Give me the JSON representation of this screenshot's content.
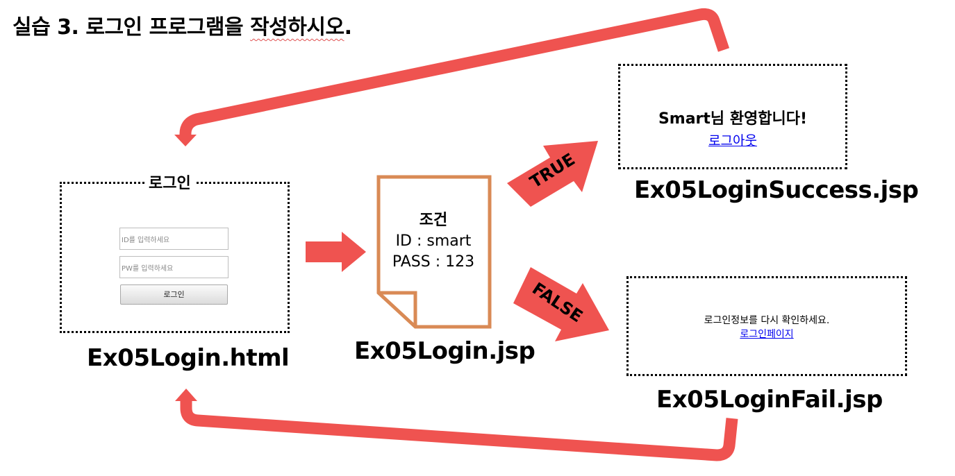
{
  "title": {
    "prefix": "실습 3. 로그인 프로그램을 ",
    "underlined": "작성하시오",
    "suffix": "."
  },
  "login_form": {
    "legend": "로그인",
    "id_placeholder": "ID를 입력하세요",
    "pw_placeholder": "PW를 입력하세요",
    "button_label": "로그인",
    "file_label": "Ex05Login.html"
  },
  "condition_doc": {
    "title": "조건",
    "id_line": "ID : smart",
    "pass_line": "PASS : 123",
    "file_label": "Ex05Login.jsp"
  },
  "branches": {
    "true_label": "TRUE",
    "false_label": "FALSE"
  },
  "success_page": {
    "message": "Smart님 환영합니다!",
    "link": "로그아웃",
    "file_label": "Ex05LoginSuccess.jsp"
  },
  "fail_page": {
    "message": "로그인정보를 다시 확인하세요.",
    "link": "로그인페이지",
    "file_label": "Ex05LoginFail.jsp"
  },
  "colors": {
    "arrow": "#ef5350",
    "document_outline": "#d98a55"
  }
}
